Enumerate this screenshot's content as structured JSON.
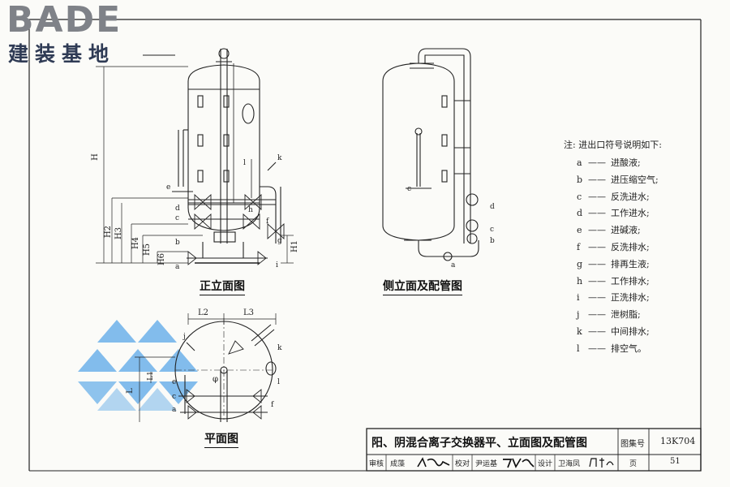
{
  "logo": {
    "top_text": "BADE",
    "bottom_text": "建装基地"
  },
  "views": {
    "front": {
      "title": "正立面图"
    },
    "side": {
      "title": "侧立面及配管图"
    },
    "plan": {
      "title": "平面图"
    }
  },
  "dimensions": {
    "H": "H",
    "H1": "H1",
    "H2": "H2",
    "H3": "H3",
    "H4": "H4",
    "H5": "H5",
    "H6": "H6",
    "L": "L",
    "L1": "L1",
    "L2": "L2",
    "L3": "L3",
    "phi": "φ"
  },
  "notes": {
    "title": "注: 进出口符号说明如下:",
    "items": [
      {
        "letter": "a",
        "text": "进酸液;"
      },
      {
        "letter": "b",
        "text": "进压缩空气;"
      },
      {
        "letter": "c",
        "text": "反洗进水;"
      },
      {
        "letter": "d",
        "text": "工作进水;"
      },
      {
        "letter": "e",
        "text": "进碱液;"
      },
      {
        "letter": "f",
        "text": "反洗排水;"
      },
      {
        "letter": "g",
        "text": "排再生液;"
      },
      {
        "letter": "h",
        "text": "工作排水;"
      },
      {
        "letter": "i",
        "text": "正洗排水;"
      },
      {
        "letter": "j",
        "text": "泄树脂;"
      },
      {
        "letter": "k",
        "text": "中间排水;"
      },
      {
        "letter": "l",
        "text": "排空气。"
      }
    ]
  },
  "title_block": {
    "title": "阳、阴混合离子交换器平、立面图及配管图",
    "atlas_label": "图集号",
    "atlas_no": "13K704",
    "review_label": "审核",
    "review_name": "成藻",
    "check_label": "校对",
    "check_name": "尹运基",
    "design_label": "设计",
    "design_name": "卫海凤",
    "page_label": "页",
    "page_no": "51"
  },
  "colors": {
    "line": "#222222",
    "watermark": "#5aa8e8"
  }
}
